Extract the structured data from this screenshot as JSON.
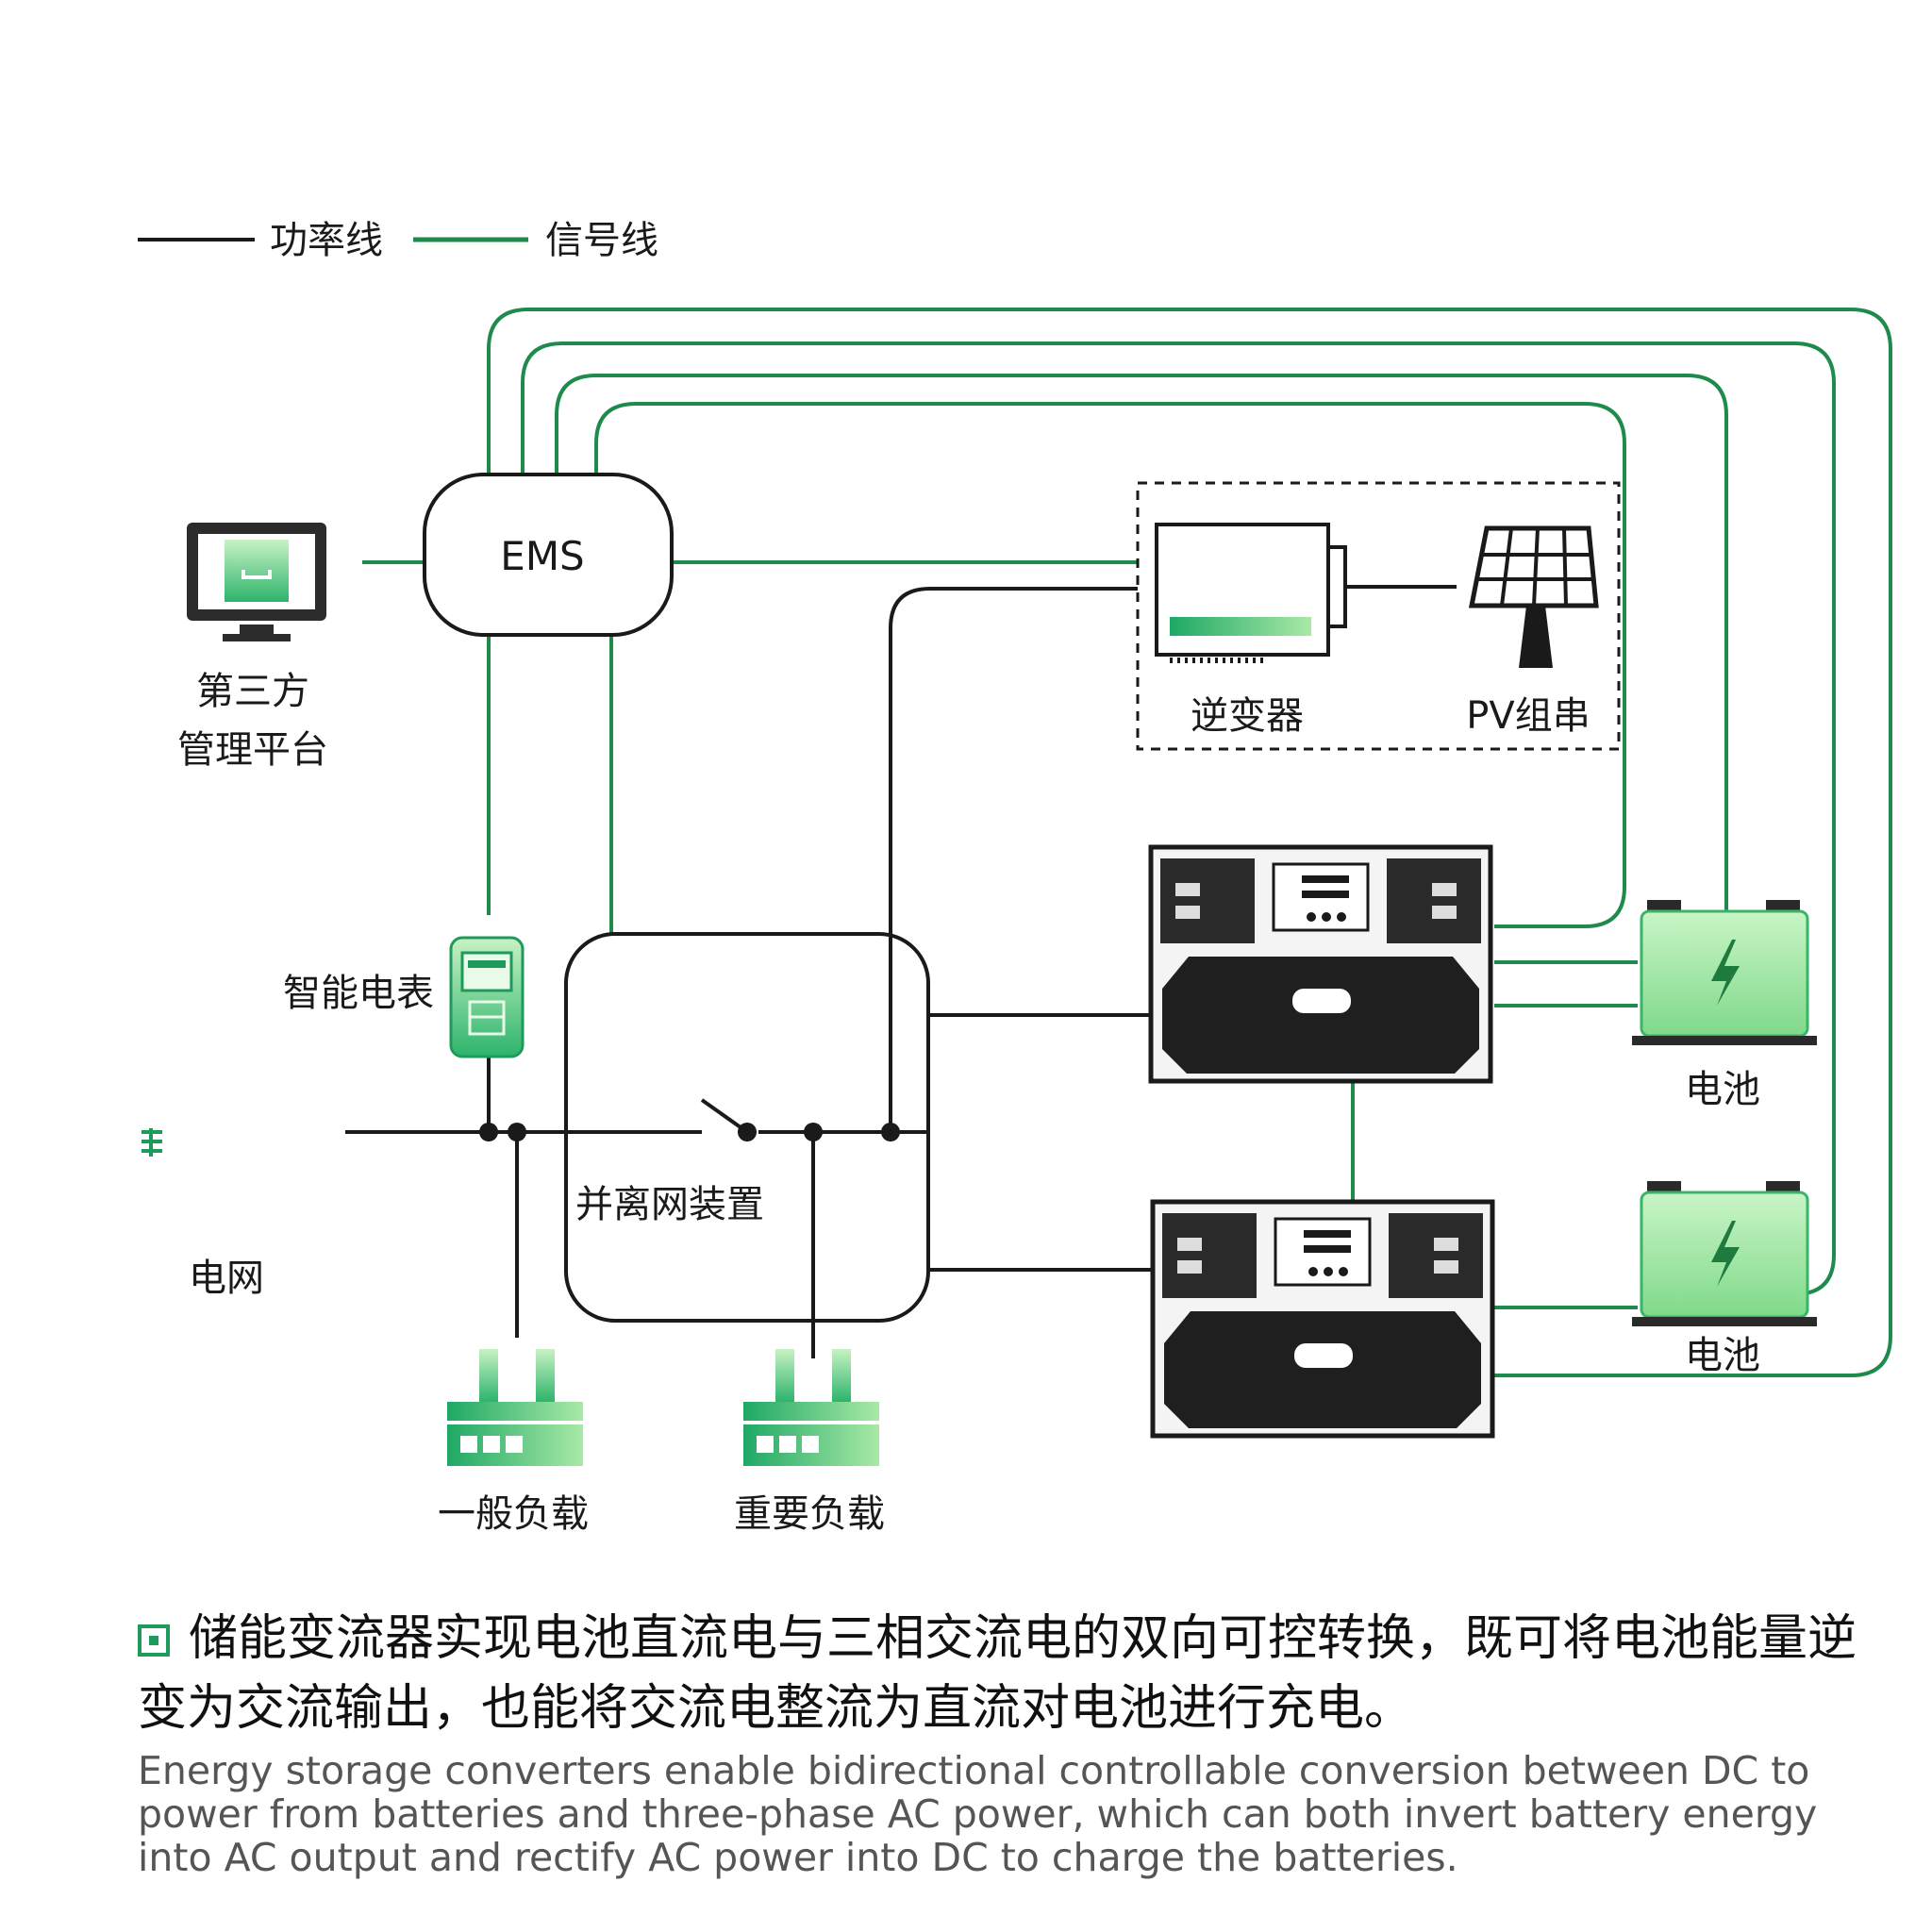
{
  "colors": {
    "power_line": "#1a1a1a",
    "signal_line": "#1e8a4c",
    "accent_green": "#2fbf6f",
    "light_green": "#b7efb9"
  },
  "legend": {
    "power_label": "功率线",
    "signal_label": "信号线"
  },
  "nodes": {
    "ems": "EMS",
    "third_party_1": "第三方",
    "third_party_2": "管理平台",
    "inverter": "逆变器",
    "pv": "PV组串",
    "smart_meter": "智能电表",
    "grid": "电网",
    "grid_switch": "并离网装置",
    "general_load": "一般负载",
    "critical_load": "重要负载",
    "battery_1": "电池",
    "battery_2": "电池"
  },
  "icons": {
    "monitor": "monitor-icon",
    "inverter": "inverter-icon",
    "solar_panel": "solar-panel-icon",
    "smart_meter": "smart-meter-icon",
    "load": "factory-icon",
    "pcs": "pcs-cabinet-icon",
    "battery": "battery-icon",
    "grid": "grid-tower-icon"
  },
  "caption": {
    "zh": "储能变流器实现电池直流电与三相交流电的双向可控转换，既可将电池能量逆变为交流输出，也能将交流电整流为直流对电池进行充电。",
    "en": "Energy storage converters enable bidirectional controllable conversion between DC to power from batteries and three-phase AC power, which can both invert battery energy into AC output and rectify AC power into DC to charge the batteries."
  }
}
